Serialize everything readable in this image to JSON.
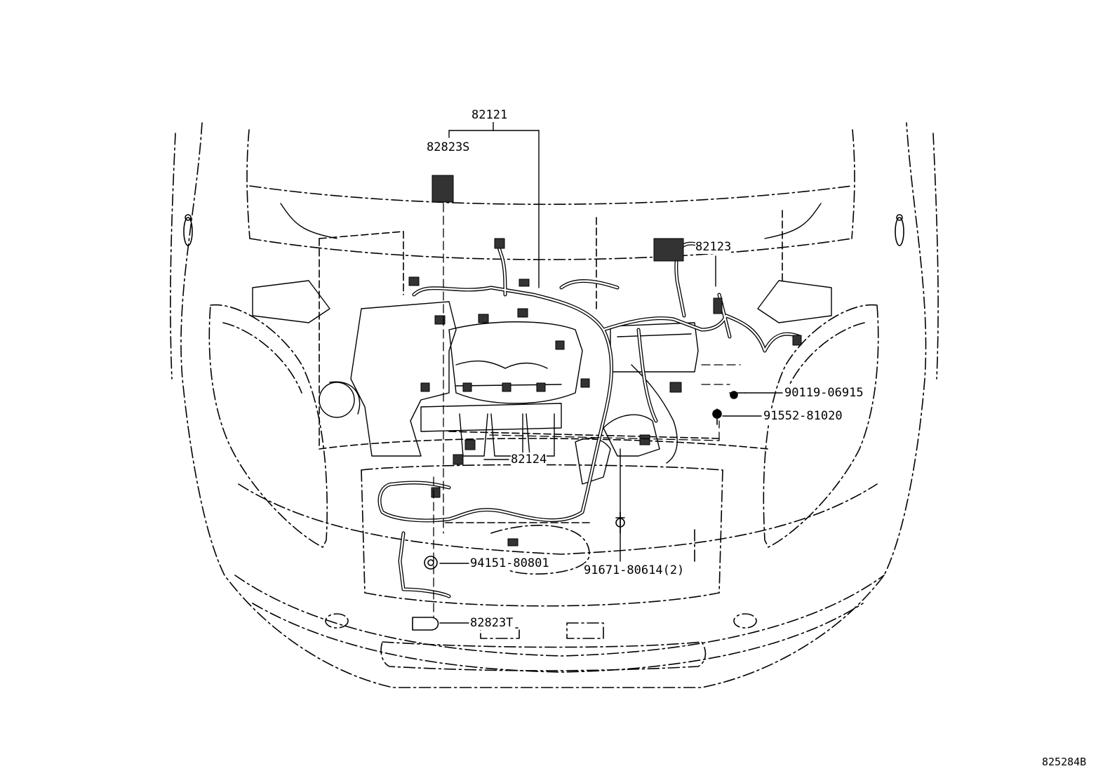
{
  "callouts": {
    "c82121": "82121",
    "c82823S": "82823S",
    "c82123": "82123",
    "c90119": "90119-06915",
    "c91552": "91552-81020",
    "c82124": "82124",
    "c94151": "94151-80801",
    "c91671": "91671-80614(2)",
    "c82823T": "82823T"
  },
  "figure_id": "825284B",
  "colors": {
    "line": "#000000",
    "background": "#ffffff"
  }
}
